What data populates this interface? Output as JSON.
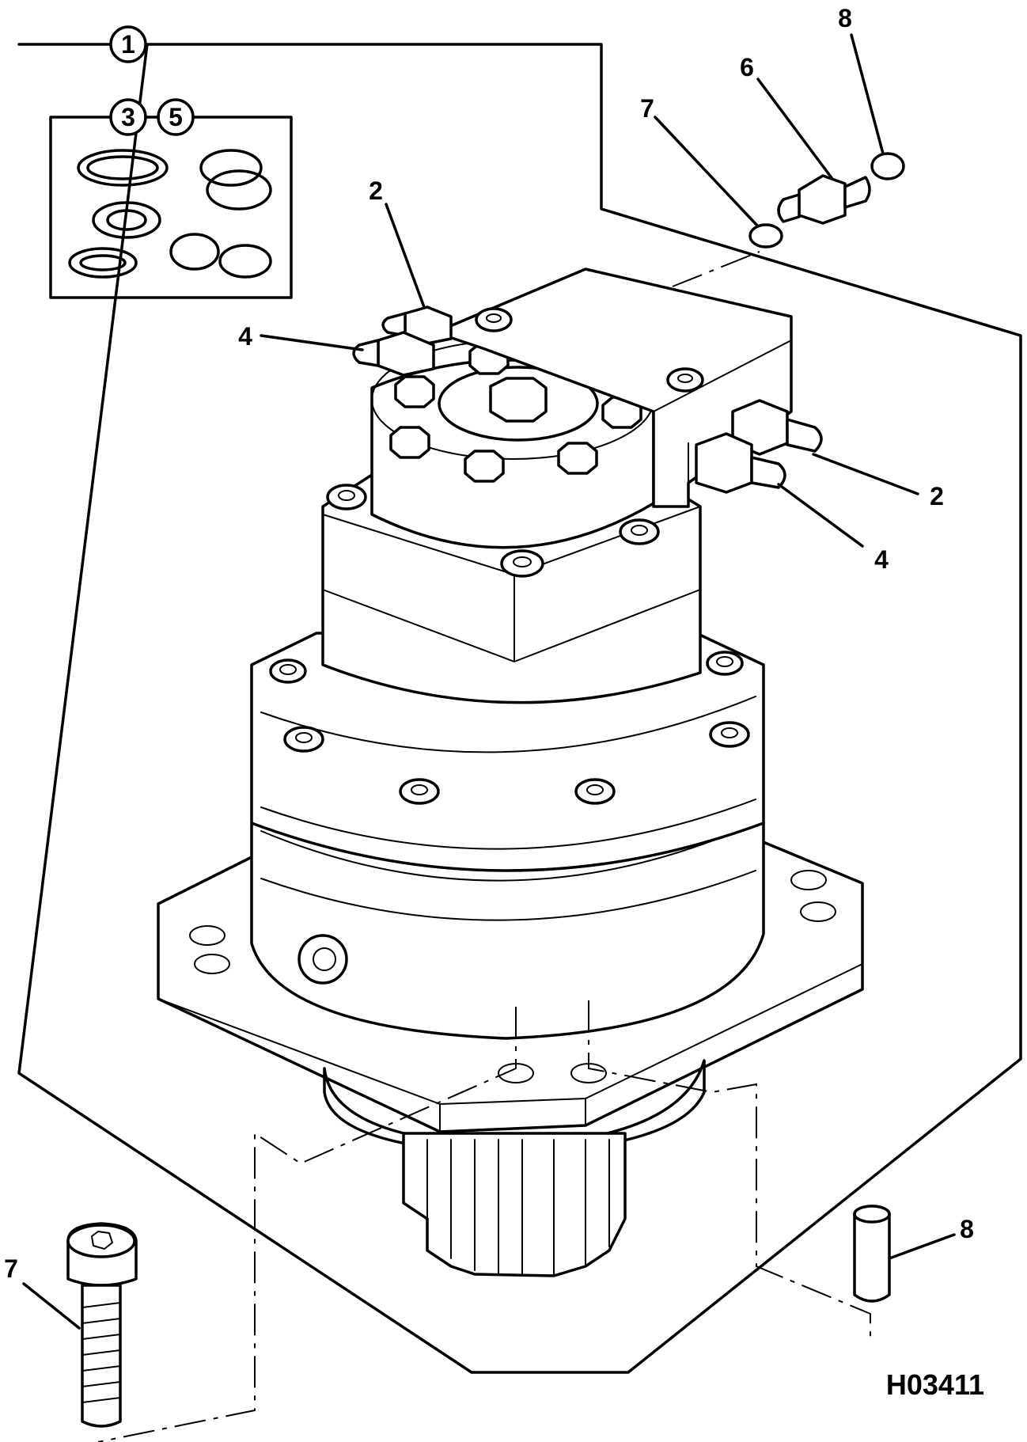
{
  "figure_ref": "H03411",
  "callouts": {
    "kit": "1",
    "seal_a": "3",
    "seal_b": "5",
    "valve_top": "2",
    "valve_right": "2",
    "fitting_left": "4",
    "fitting_right": "4",
    "adapter": "6",
    "oring_top": "7",
    "oring_right": "8",
    "screw": "7",
    "pin": "8"
  },
  "colors": {
    "line": "#000000",
    "background": "#ffffff"
  }
}
